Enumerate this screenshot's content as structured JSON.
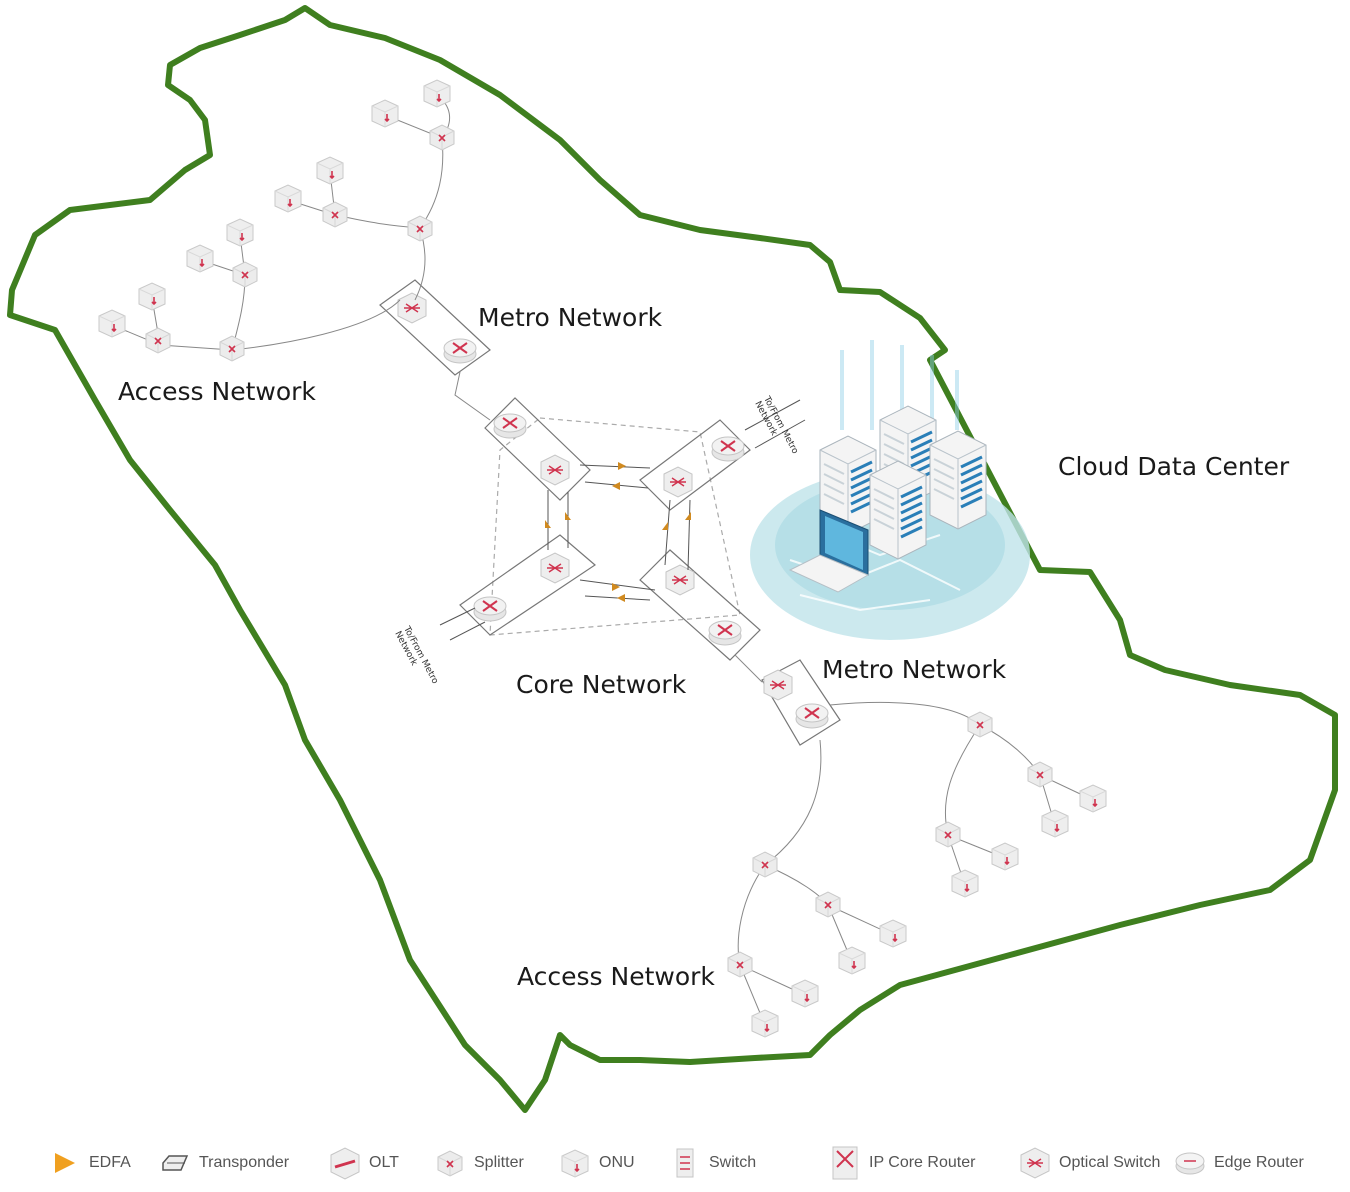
{
  "labels": {
    "access_top": "Access Network",
    "metro_top": "Metro Network",
    "cloud": "Cloud Data Center",
    "core": "Core Network",
    "metro_bottom": "Metro Network",
    "access_bottom": "Access Network",
    "to_from_metro_1": "To/From Metro Network",
    "to_from_metro_2": "To/From Metro Network"
  },
  "legend": [
    {
      "label": "EDFA",
      "icon": "edfa-icon"
    },
    {
      "label": "Transponder",
      "icon": "transponder-icon"
    },
    {
      "label": "OLT",
      "icon": "olt-icon"
    },
    {
      "label": "Splitter",
      "icon": "splitter-icon"
    },
    {
      "label": "ONU",
      "icon": "onu-icon"
    },
    {
      "label": "Switch",
      "icon": "switch-icon"
    },
    {
      "label": "IP Core Router",
      "icon": "ip-core-router-icon"
    },
    {
      "label": "Optical Switch",
      "icon": "optical-switch-icon"
    },
    {
      "label": "Edge Router",
      "icon": "edge-router-icon"
    }
  ],
  "colors": {
    "border": "#3f7f1f",
    "device_accent": "#d0344f",
    "device_body": "#e8e8e8",
    "edfa": "#f0a020",
    "cloud_base": "#bfe3ea",
    "server_blue": "#2a7fb8"
  }
}
